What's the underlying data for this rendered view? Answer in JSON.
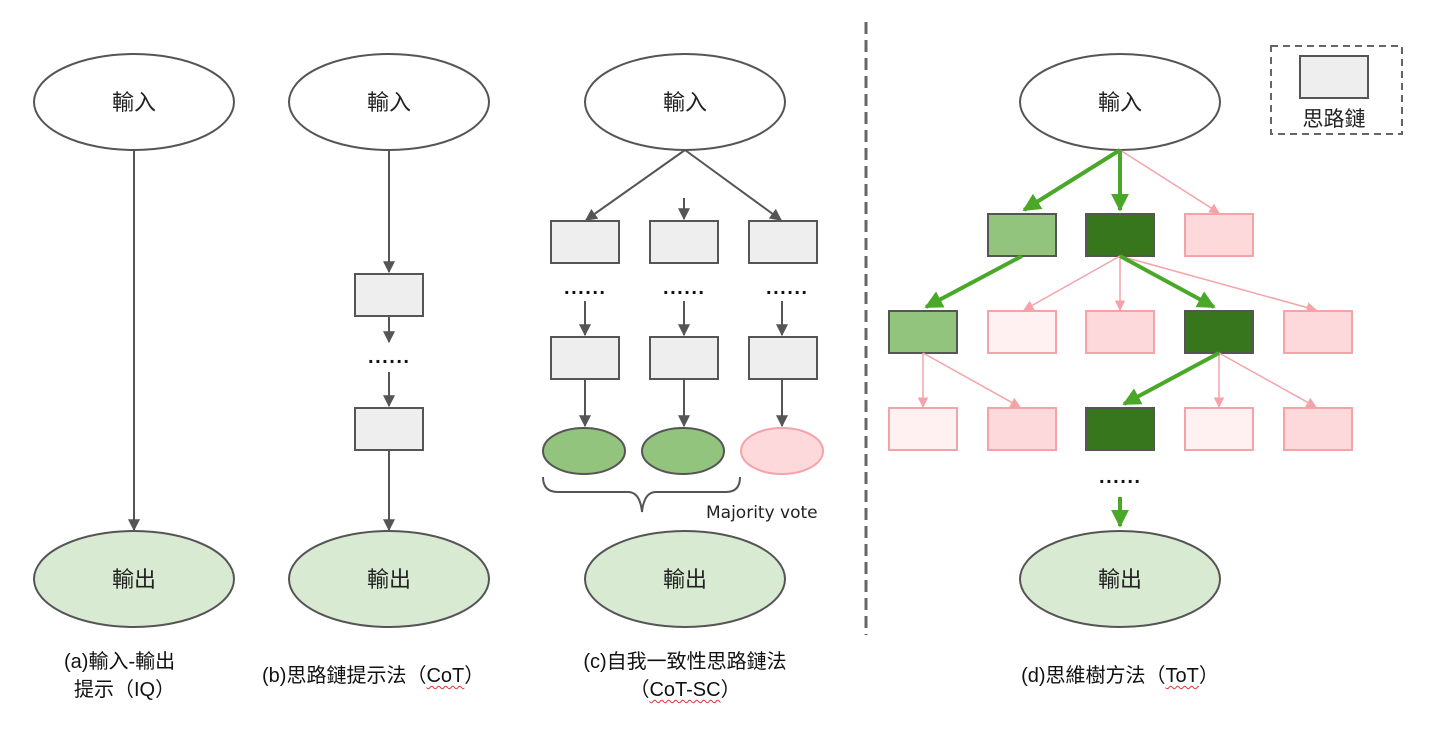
{
  "nodes": {
    "input_label": "輸入",
    "output_label": "輸出",
    "ellipsis": "......"
  },
  "panels": {
    "a": {
      "caption_line1": "(a)輸入-輸出",
      "caption_line2_prefix": "提示（",
      "caption_abbr": "IQ",
      "caption_suffix": "）"
    },
    "b": {
      "caption_prefix": "(b)思路鏈提示法（",
      "caption_abbr": "CoT",
      "caption_suffix": "）"
    },
    "c": {
      "caption_line1": "(c)自我一致性思路鏈法",
      "caption_line2_prefix": "（",
      "caption_abbr": "CoT-SC",
      "caption_suffix": "）",
      "majority_vote_label": "Majority vote"
    },
    "d": {
      "caption_prefix": "(d)思維樹方法（",
      "caption_abbr": "ToT",
      "caption_suffix": "）"
    }
  },
  "legend": {
    "label": "思路鏈"
  },
  "colors": {
    "stroke_gray": "#555555",
    "thought_fill": "#eeeeee",
    "output_fill": "#d9ead3",
    "green_light": "#93c47d",
    "green_dark": "#38761d",
    "green_arrow": "#4aa829",
    "pink_fill": "#fdd9db",
    "pink_pale": "#fff1f2",
    "pink_stroke": "#f4a3a8",
    "divider": "#666666"
  },
  "tot": {
    "row1": [
      "light-green",
      "dark-green",
      "pink"
    ],
    "row2": [
      "light-green",
      "pale-pink",
      "pink",
      "dark-green",
      "pink"
    ],
    "row3": [
      "pale-pink",
      "pink",
      "dark-green",
      "pale-pink",
      "pink"
    ]
  },
  "cot_sc": {
    "answers": [
      "green",
      "green",
      "pink"
    ]
  }
}
